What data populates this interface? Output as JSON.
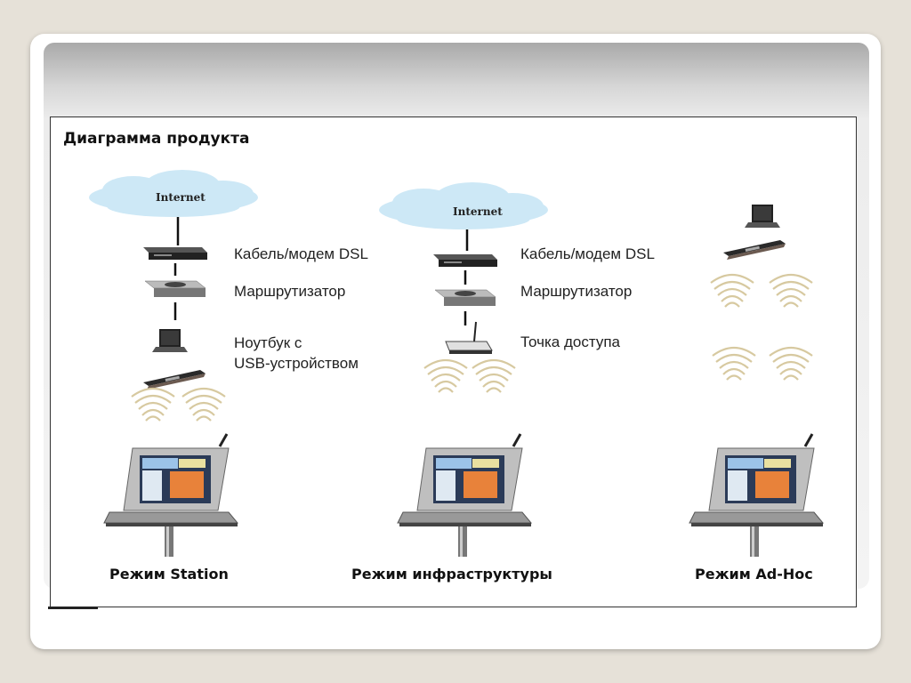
{
  "title": "Диаграмма продукта",
  "internet": "Internet",
  "labels": {
    "modem": "Кабель/модем DSL",
    "router": "Маршрутизатор",
    "laptop_line1": "Ноутбук с",
    "laptop_line2": "USB-устройством",
    "ap": "Точка доступа"
  },
  "modes": {
    "station": "Режим Station",
    "infra": "Режим инфраструктуры",
    "adhoc": "Режим Ad-Hoc"
  },
  "colors": {
    "cloud": "#cde8f6",
    "wave": "#d7c9a0",
    "device": "#333333",
    "kiosk_screen_accent": "#e8823a"
  }
}
